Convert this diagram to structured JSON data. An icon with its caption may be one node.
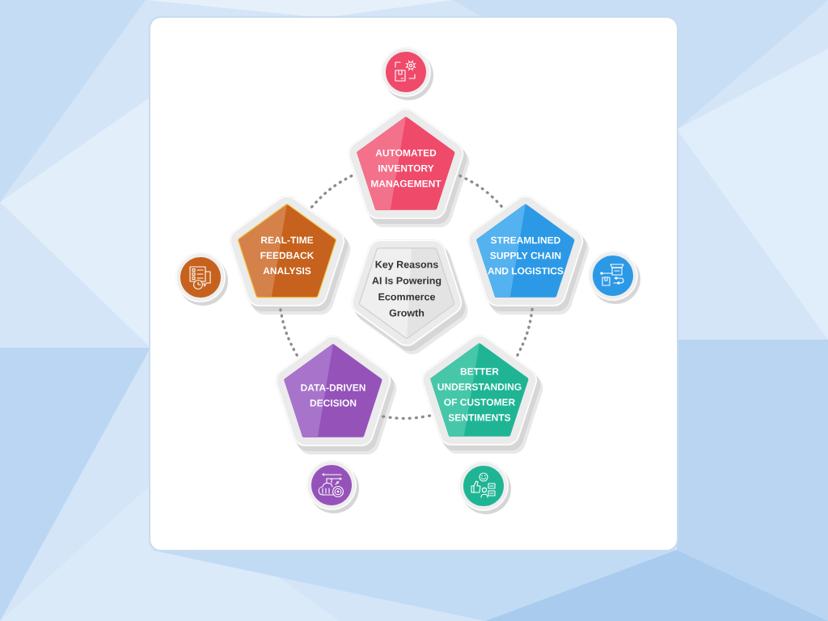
{
  "diagram": {
    "nodes": [
      {
        "text": [
          "AUTOMATED INVENTORY MANAGEMENT"
        ]
      },
      {
        "text": [
          "REAL-TIME FEEDBACK ANALYSIS"
        ]
      },
      {
        "text": [
          "Key Reasons AI Is Powering Ecommerce Growth"
        ]
      },
      {
        "text": [
          "STREAMLINED SUPPLY CHAIN AND LOGISTICS"
        ]
      },
      {
        "text": [
          "DATA-DRIVEN DECISION"
        ]
      },
      {
        "text": [
          "BETTER UNDERSTANDING OF CUSTOMER SENTIMENTS"
        ]
      }
    ],
    "edges": [
      {
        "from": 0,
        "to": 3,
        "arrow": "none",
        "style": "dashed"
      },
      {
        "from": 3,
        "to": 5,
        "arrow": "none",
        "style": "dashed"
      },
      {
        "from": 5,
        "to": 4,
        "arrow": "none",
        "style": "dashed"
      },
      {
        "from": 4,
        "to": 1,
        "arrow": "none",
        "style": "dashed"
      },
      {
        "from": 1,
        "to": 0,
        "arrow": "none",
        "style": "dashed"
      }
    ]
  }
}
